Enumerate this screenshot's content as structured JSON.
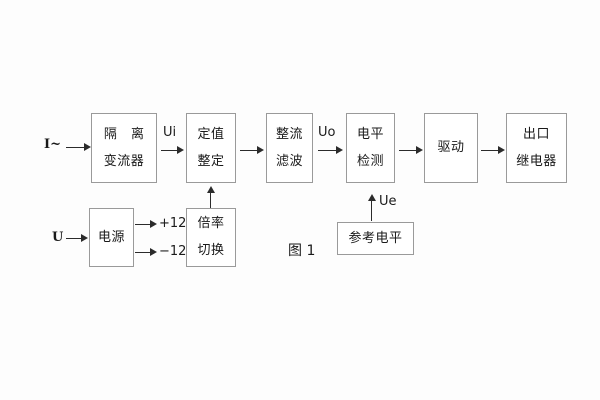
{
  "figure": {
    "caption": "图 1",
    "background_color": "#fdfdfd",
    "box_border_color": "#9a9a9a",
    "line_color": "#2b2b2b"
  },
  "signal_inputs": {
    "current_input": "I~",
    "voltage_input": "U"
  },
  "signal_labels": {
    "ui": "Ui",
    "uo": "Uo",
    "ue": "Ue"
  },
  "power_rails": {
    "positive": "+12V",
    "negative": "−12V"
  },
  "main_chain": [
    {
      "id": "isolation-transformer",
      "line1": "隔 离",
      "line2": "变流器"
    },
    {
      "id": "setting-value",
      "line1": "定值",
      "line2": "整定"
    },
    {
      "id": "rectify-filter",
      "line1": "整流",
      "line2": "滤波"
    },
    {
      "id": "level-detection",
      "line1": "电平",
      "line2": "检测"
    },
    {
      "id": "driver",
      "line1": "驱动",
      "line2": ""
    },
    {
      "id": "output-relay",
      "line1": "出口",
      "line2": "继电器"
    }
  ],
  "support_blocks": [
    {
      "id": "power-supply",
      "line1": "电源",
      "line2": ""
    },
    {
      "id": "ratio-switch",
      "line1": "倍率",
      "line2": "切换"
    },
    {
      "id": "reference-level",
      "line1": "参考电平",
      "line2": ""
    }
  ]
}
